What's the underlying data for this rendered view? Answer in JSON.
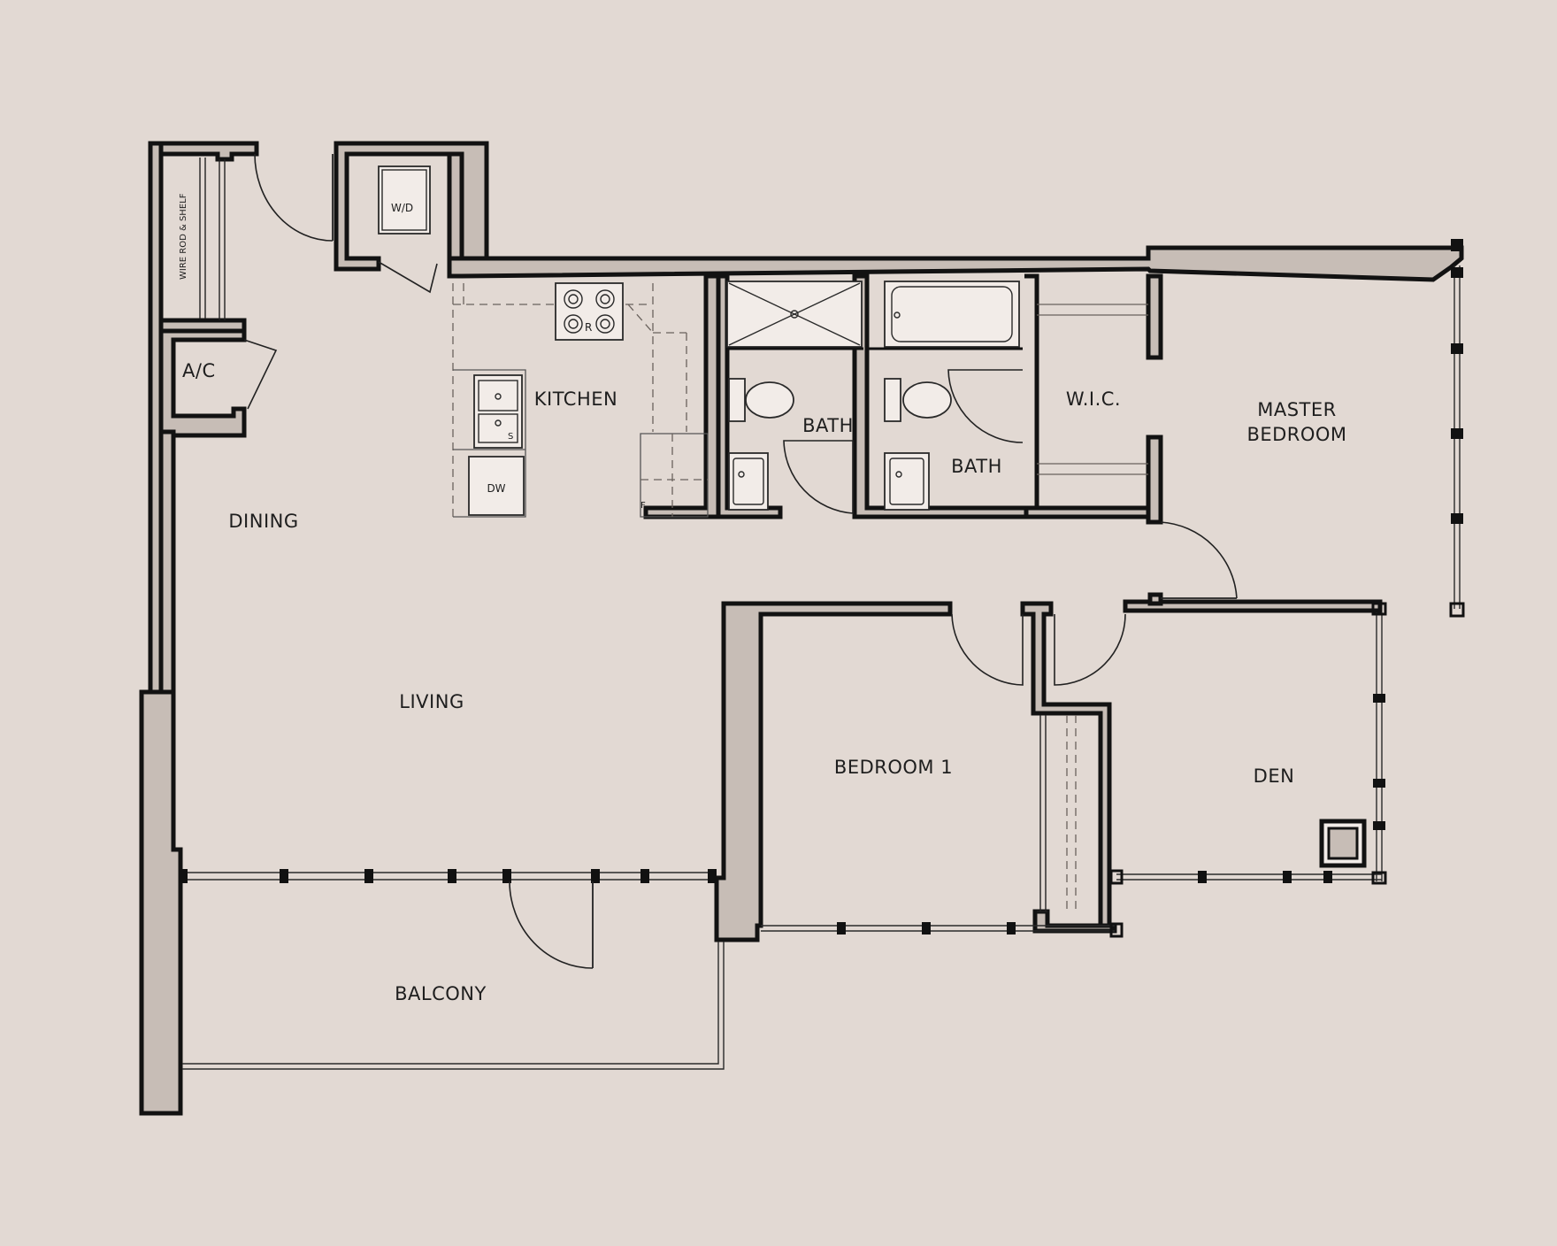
{
  "colors": {
    "background": "#e2d9d3",
    "wall_fill": "#c7bdb6",
    "wall_outline": "#121212"
  },
  "rooms": {
    "dining": "DINING",
    "living": "LIVING",
    "kitchen": "KITCHEN",
    "bath_1": "BATH",
    "bath_2": "BATH",
    "wic": "W.I.C.",
    "master_line1": "MASTER",
    "master_line2": "BEDROOM",
    "bedroom1": "BEDROOM 1",
    "den": "DEN",
    "balcony": "BALCONY",
    "ac": "A/C"
  },
  "fixtures": {
    "washer_dryer": "W/D",
    "range": "R",
    "sink": "S",
    "dishwasher": "DW",
    "fridge": "F",
    "closet_note": "WIRE ROD & SHELF"
  },
  "icons": [
    "door-swing-icon",
    "toilet-icon",
    "sink-icon",
    "bathtub-icon",
    "shower-icon",
    "stove-burner-icon",
    "washer-dryer-icon",
    "window-mullion-icon"
  ]
}
